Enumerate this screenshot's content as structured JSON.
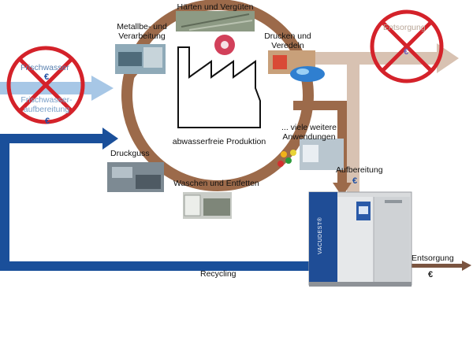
{
  "center": {
    "label": "abwasserfreie Produktion"
  },
  "process_steps": [
    {
      "id": "haerten",
      "label": "Härten und Vergüten"
    },
    {
      "id": "metall",
      "label_lines": [
        "Metallbe- und",
        "Verarbeitung"
      ]
    },
    {
      "id": "drucken",
      "label_lines": [
        "Drucken und",
        "Veredeln"
      ]
    },
    {
      "id": "weitere",
      "label_lines": [
        "... viele weitere",
        "Anwendungen"
      ]
    },
    {
      "id": "druckguss",
      "label": "Druckguss"
    },
    {
      "id": "waschen",
      "label": "Waschen und Entfetten"
    }
  ],
  "left_crossed": {
    "line1": "Frischwasser",
    "line1_currency": "€",
    "line2": [
      "Frischwasser-",
      "aufbereitung"
    ],
    "line2_currency": "€"
  },
  "right_crossed": {
    "label": "Entsorgung",
    "currency": "€"
  },
  "aufbereitung": {
    "label": "Aufbereitung",
    "currency": "€"
  },
  "entsorgung": {
    "label": "Entsorgung",
    "currency": "€"
  },
  "recycling": {
    "label": "Recycling"
  },
  "machine": {
    "brand": "VACUDEST®"
  },
  "colors": {
    "ring": "#9c6a4a",
    "recycle_pipe": "#1a4f9a",
    "fresh_water_arrow": "#a7c7e6",
    "disposal_arrow": "#d8c2b2",
    "cross": "#d4222a",
    "machine_panel": "#1f4d96"
  }
}
